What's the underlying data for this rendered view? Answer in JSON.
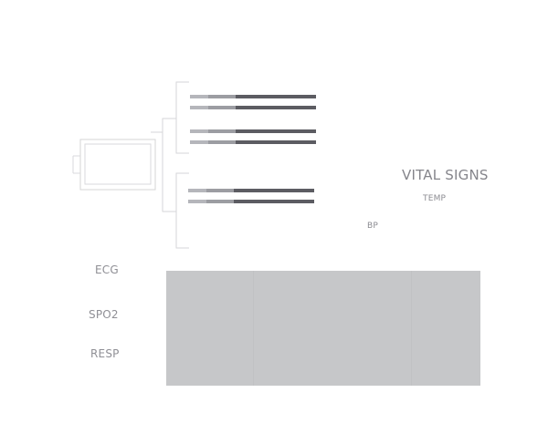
{
  "title": "VITAL SIGNS",
  "labels": {
    "temp": "TEMP",
    "bp": "BP",
    "ecg": "ECG",
    "spo2": "SPO2",
    "resp": "RESP"
  },
  "colors": {
    "bar_light": "#b5b6bb",
    "bar_mid": "#9c9da2",
    "bar_dark": "#5c5c62",
    "line": "#d6d6d8",
    "monitor": "#d4d4d6",
    "panel": "#c6c7c9"
  }
}
